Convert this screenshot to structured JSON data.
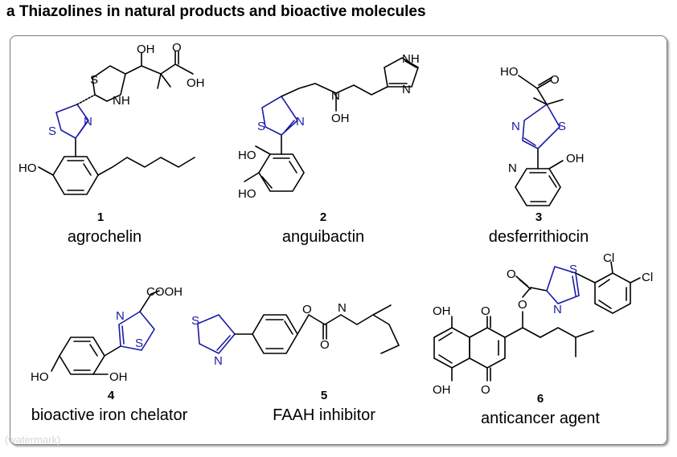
{
  "header": {
    "title": "a Thiazolines in natural products and bioactive molecules"
  },
  "compounds": [
    {
      "number": "1",
      "name": "agrochelin"
    },
    {
      "number": "2",
      "name": "anguibactin"
    },
    {
      "number": "3",
      "name": "desferrithiocin"
    },
    {
      "number": "4",
      "name": "bioactive iron chelator"
    },
    {
      "number": "5",
      "name": "FAAH inhibitor"
    },
    {
      "number": "6",
      "name": "anticancer agent"
    }
  ],
  "atoms": {
    "S": "S",
    "N": "N",
    "NH": "NH",
    "N-OH": "N",
    "OH": "OH",
    "HO": "HO",
    "O": "O",
    "COOH": "COOH",
    "Cl": "Cl",
    "HO-acid": "HO"
  },
  "colors": {
    "ring_highlight": "#1a1aa8",
    "bond": "#000000",
    "panel_border": "#7a7a7a"
  },
  "watermark": "(watermark)"
}
